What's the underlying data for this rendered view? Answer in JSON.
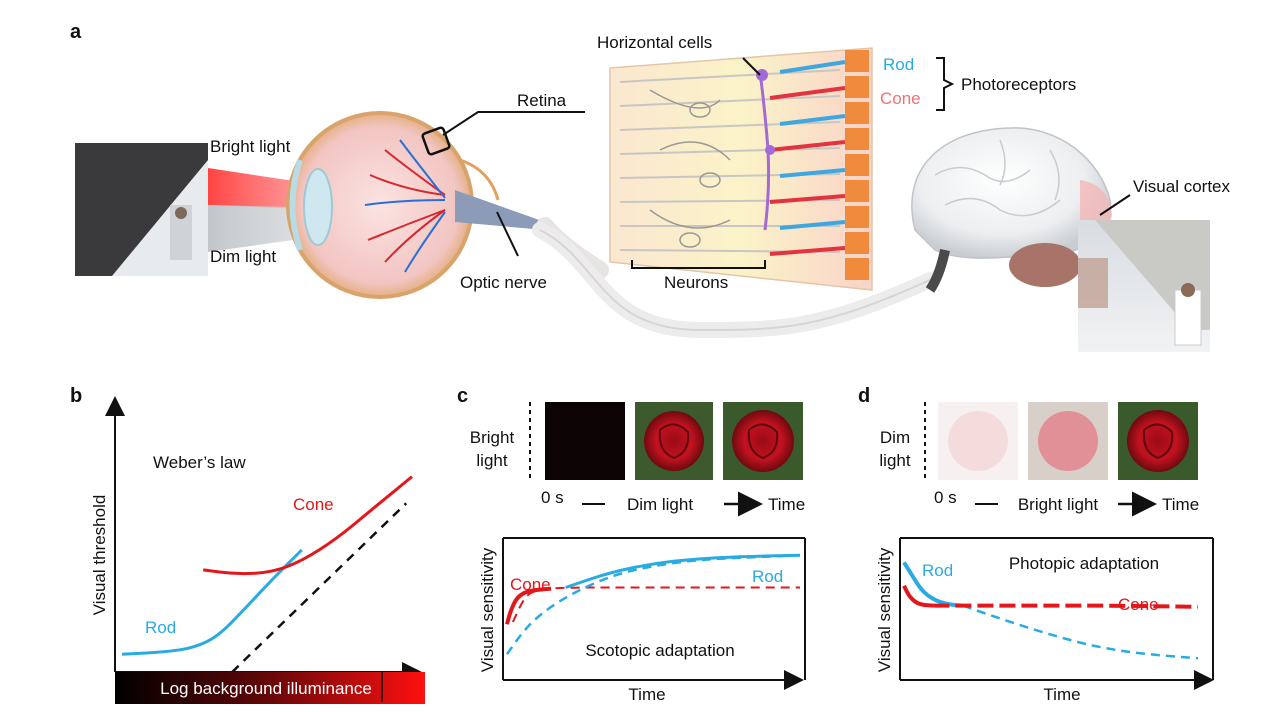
{
  "panels": {
    "a": {
      "letter": "a",
      "labels": {
        "bright_light": "Bright light",
        "dim_light": "Dim light",
        "retina": "Retina",
        "optic_nerve": "Optic nerve",
        "horizontal_cells": "Horizontal cells",
        "rod": "Rod",
        "cone": "Cone",
        "photoreceptors": "Photoreceptors",
        "neurons": "Neurons",
        "visual_cortex": "Visual cortex"
      }
    },
    "b": {
      "letter": "b",
      "title": "Weber’s law",
      "ylabel": "Visual threshold",
      "xlabel": "Log background illuminance",
      "rod": "Rod",
      "cone": "Cone"
    },
    "c": {
      "letter": "c",
      "condition_line1": "Bright",
      "condition_line2": "light",
      "t0": "0 s",
      "phase": "Dim light",
      "time_arrow": "Time",
      "ylabel": "Visual sensitivity",
      "xlabel": "Time",
      "cone": "Cone",
      "rod": "Rod",
      "caption": "Scotopic adaptation"
    },
    "d": {
      "letter": "d",
      "condition_line1": "Dim",
      "condition_line2": "light",
      "t0": "0 s",
      "phase": "Bright light",
      "time_arrow": "Time",
      "ylabel": "Visual sensitivity",
      "xlabel": "Time",
      "rod": "Rod",
      "cone": "Cone",
      "caption": "Photopic adaptation"
    }
  },
  "colors": {
    "rod": "#29abe2",
    "cone": "#e3171b",
    "axis": "#111111",
    "dashed": "#111111"
  },
  "chart_data": [
    {
      "type": "line",
      "panel": "b",
      "title": "Weber’s law",
      "xlabel": "Log background illuminance",
      "ylabel": "Visual threshold",
      "xlim": [
        0,
        1
      ],
      "ylim": [
        0,
        1
      ],
      "series": [
        {
          "name": "Rod",
          "style": "solid",
          "color": "#29abe2",
          "x": [
            0.0,
            0.15,
            0.25,
            0.33,
            0.42,
            0.52,
            0.62
          ],
          "y": [
            0.08,
            0.09,
            0.11,
            0.16,
            0.28,
            0.42,
            0.55
          ]
        },
        {
          "name": "Cone",
          "style": "solid",
          "color": "#e3171b",
          "x": [
            0.28,
            0.4,
            0.52,
            0.62,
            0.74,
            0.86,
            1.0
          ],
          "y": [
            0.46,
            0.44,
            0.45,
            0.5,
            0.6,
            0.73,
            0.88
          ]
        },
        {
          "style": "dashed",
          "color": "#111111",
          "x": [
            0.38,
            0.98
          ],
          "y": [
            0.0,
            0.76
          ]
        }
      ]
    },
    {
      "type": "line",
      "panel": "c",
      "caption": "Scotopic adaptation",
      "xlabel": "Time",
      "ylabel": "Visual sensitivity",
      "xlim": [
        0,
        1
      ],
      "ylim": [
        0,
        1
      ],
      "series": [
        {
          "name": "Cone",
          "style": "solid",
          "color": "#e3171b",
          "x": [
            0.0,
            0.01,
            0.03,
            0.06,
            0.1,
            0.15
          ],
          "y": [
            0.38,
            0.48,
            0.6,
            0.66,
            0.68,
            0.69
          ]
        },
        {
          "style": "dashed",
          "color": "#e3171b",
          "x": [
            0.02,
            0.06,
            0.1,
            0.2,
            0.4,
            0.7,
            1.0
          ],
          "y": [
            0.4,
            0.62,
            0.68,
            0.7,
            0.7,
            0.7,
            0.7
          ]
        },
        {
          "name": "Rod",
          "style": "solid",
          "color": "#29abe2",
          "x": [
            0.2,
            0.35,
            0.5,
            0.65,
            0.8,
            1.0
          ],
          "y": [
            0.7,
            0.83,
            0.91,
            0.95,
            0.97,
            0.98
          ]
        },
        {
          "style": "dashed",
          "color": "#29abe2",
          "x": [
            0.0,
            0.05,
            0.1,
            0.2,
            0.35,
            0.5,
            0.65,
            0.8,
            1.0
          ],
          "y": [
            0.12,
            0.3,
            0.44,
            0.62,
            0.8,
            0.89,
            0.94,
            0.96,
            0.98
          ]
        }
      ]
    },
    {
      "type": "line",
      "panel": "d",
      "caption": "Photopic adaptation",
      "xlabel": "Time",
      "ylabel": "Visual sensitivity",
      "xlim": [
        0,
        1
      ],
      "ylim": [
        0,
        1
      ],
      "series": [
        {
          "name": "Rod",
          "style": "solid",
          "color": "#29abe2",
          "x": [
            0.0,
            0.03,
            0.06,
            0.1,
            0.15,
            0.2
          ],
          "y": [
            0.92,
            0.8,
            0.68,
            0.6,
            0.56,
            0.55
          ]
        },
        {
          "style": "dashed",
          "color": "#29abe2",
          "x": [
            0.2,
            0.35,
            0.5,
            0.65,
            0.8,
            1.0
          ],
          "y": [
            0.55,
            0.42,
            0.3,
            0.2,
            0.14,
            0.1
          ]
        },
        {
          "name": "Cone",
          "style": "solid",
          "color": "#e3171b",
          "x": [
            0.0,
            0.02,
            0.05,
            0.1
          ],
          "y": [
            0.72,
            0.62,
            0.56,
            0.55
          ]
        },
        {
          "style": "dashed",
          "color": "#e3171b",
          "x": [
            0.1,
            0.3,
            0.5,
            0.7,
            1.0
          ],
          "y": [
            0.55,
            0.55,
            0.55,
            0.55,
            0.54
          ]
        }
      ]
    }
  ]
}
